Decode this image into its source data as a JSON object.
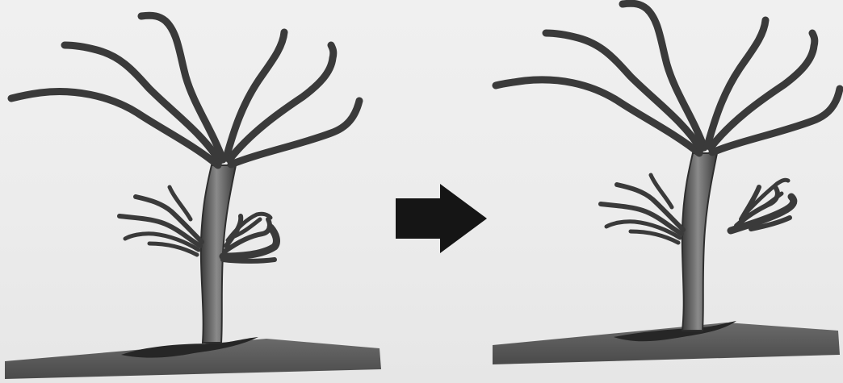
{
  "diagram": {
    "panels": [
      {
        "state": "before",
        "side_branch": "attached"
      },
      {
        "state": "after",
        "side_branch": "detached"
      }
    ],
    "transition_icon": "right-arrow-icon",
    "colors": {
      "background": "#eeeeee",
      "trunk": "#4a4a4a",
      "trunk_highlight": "#8a8a8a",
      "branch": "#3a3a3a",
      "ground": "#585858",
      "ground_shadow": "#2a2a2a",
      "arrow": "#151515"
    }
  }
}
